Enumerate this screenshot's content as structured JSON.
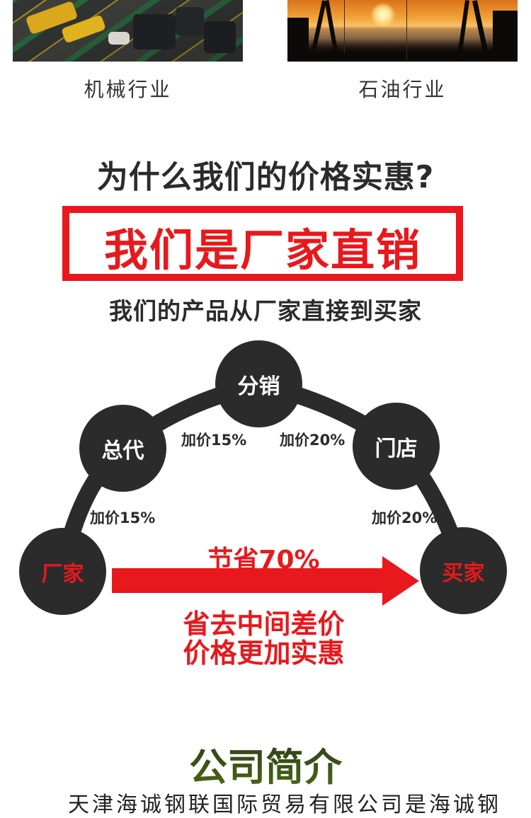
{
  "industries": [
    {
      "label": "机械行业",
      "image": "machinery-factory-photo"
    },
    {
      "label": "石油行业",
      "image": "oil-pumpjack-sunset-photo"
    }
  ],
  "why_section": {
    "headline": "为什么我们的价格实惠?",
    "boxed_claim": "我们是厂家直销",
    "subline": "我们的产品从厂家直接到买家"
  },
  "flow_diagram": {
    "nodes": [
      {
        "id": "factory",
        "label": "厂家"
      },
      {
        "id": "general-agent",
        "label": "总代"
      },
      {
        "id": "distributor",
        "label": "分销"
      },
      {
        "id": "store",
        "label": "门店"
      },
      {
        "id": "buyer",
        "label": "买家"
      }
    ],
    "markups": [
      {
        "from": "factory",
        "to": "general-agent",
        "label": "加价15%"
      },
      {
        "from": "general-agent",
        "to": "distributor",
        "label": "加价15%"
      },
      {
        "from": "distributor",
        "to": "store",
        "label": "加价20%"
      },
      {
        "from": "store",
        "to": "buyer",
        "label": "加价20%"
      }
    ],
    "direct_arrow_label": "节省70%",
    "slogan_line1": "省去中间差价",
    "slogan_line2": "价格更加实惠",
    "colors": {
      "node": "#2b2b2b",
      "accent": "#e8181c"
    }
  },
  "company_intro": {
    "title": "公司简介",
    "text_partial": "天津海诚钢联国际贸易有限公司是海诚钢"
  }
}
